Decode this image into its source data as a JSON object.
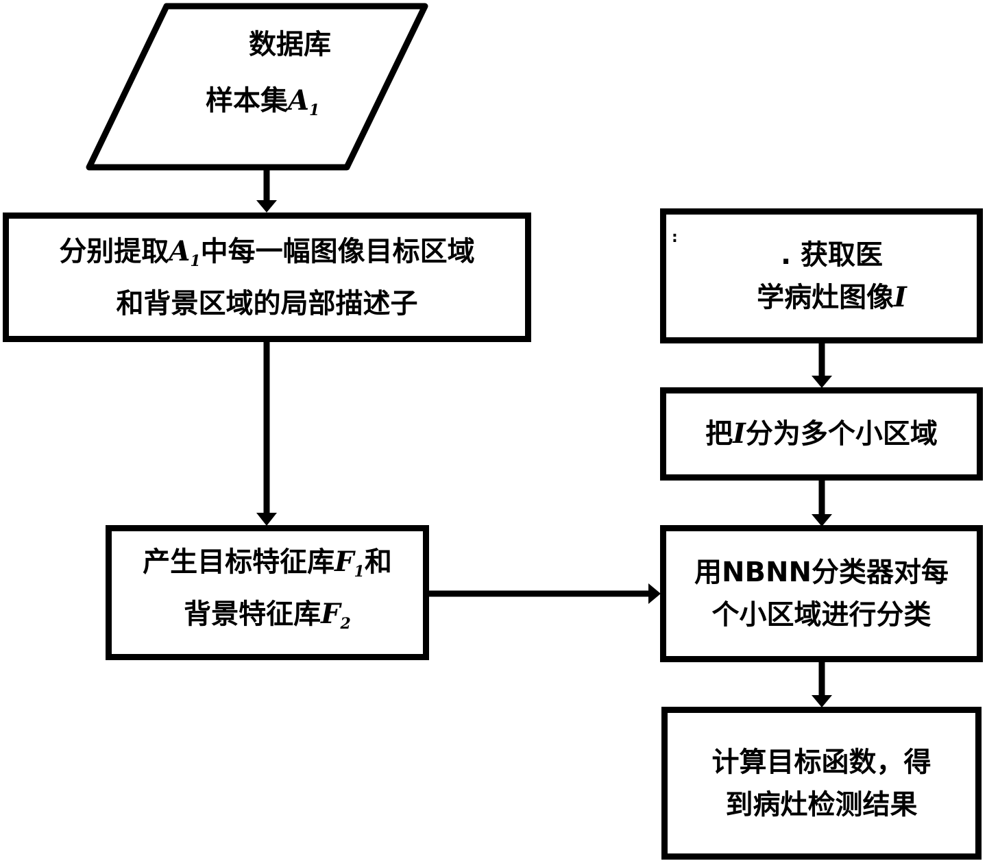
{
  "diagram": {
    "type": "flowchart",
    "nodes": {
      "database": {
        "shape": "parallelogram",
        "line1": "数据库",
        "line2_prefix": "样本集",
        "line2_symbol": "A",
        "line2_sub": "1"
      },
      "extract": {
        "shape": "rectangle",
        "line1_prefix": "分别提取",
        "line1_symbol": "A",
        "line1_sub": "1",
        "line1_suffix": "中每一幅图像目标区域",
        "line2": "和背景区域的局部描述子"
      },
      "feature_db": {
        "shape": "rectangle",
        "line1_prefix": "产生目标特征库",
        "line1_symbol": "F",
        "line1_sub": "1",
        "line1_suffix": "和",
        "line2_prefix": "背景特征库",
        "line2_symbol": "F",
        "line2_sub": "2"
      },
      "acquire": {
        "shape": "rectangle",
        "stray_marks": ":",
        "line1": ". 获取医",
        "line2_prefix": "学病灶图像",
        "line2_symbol": "I"
      },
      "split": {
        "shape": "rectangle",
        "line1_prefix": "把",
        "line1_symbol": "I",
        "line1_suffix": "分为多个小区域"
      },
      "classify": {
        "shape": "rectangle",
        "line1": "用NBNN分类器对每",
        "line2": "个小区域进行分类"
      },
      "result": {
        "shape": "rectangle",
        "line1": "计算目标函数，得",
        "line2": "到病灶检测结果"
      }
    },
    "edges": [
      {
        "from": "database",
        "to": "extract"
      },
      {
        "from": "extract",
        "to": "feature_db"
      },
      {
        "from": "feature_db",
        "to": "classify"
      },
      {
        "from": "acquire",
        "to": "split"
      },
      {
        "from": "split",
        "to": "classify"
      },
      {
        "from": "classify",
        "to": "result"
      }
    ],
    "colors": {
      "stroke": "#000000",
      "fill": "#ffffff",
      "text": "#000000"
    }
  }
}
